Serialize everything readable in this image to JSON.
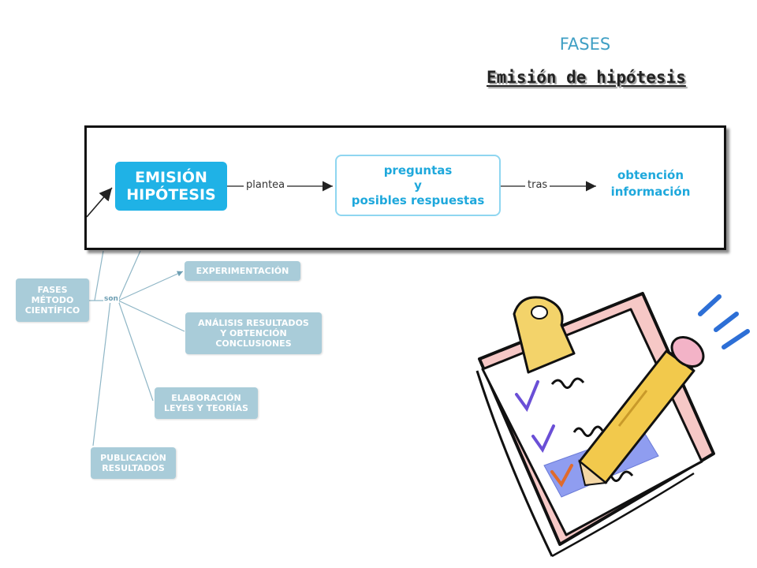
{
  "header": {
    "title": "FASES",
    "subtitle": "Emisión de hipótesis"
  },
  "concept_map": {
    "root": [
      "FASES",
      "MÉTODO",
      "CIENTÍFICO"
    ],
    "connector": "son",
    "phases": {
      "experimentacion": [
        "EXPERIMENTACIÓN"
      ],
      "analisis": [
        "ANÁLISIS RESULTADOS",
        "Y OBTENCIÓN",
        "CONCLUSIONES"
      ],
      "elaboracion": [
        "ELABORACIÓN",
        "LEYES Y TEORÍAS"
      ],
      "publicacion": [
        "PUBLICACIÓN",
        "RESULTADOS"
      ]
    }
  },
  "detail": {
    "emision": [
      "EMISIÓN",
      "HIPÓTESIS"
    ],
    "link1": "plantea",
    "preguntas": [
      "preguntas",
      "y",
      "posibles respuestas"
    ],
    "link2": "tras",
    "obtencion": [
      "obtención",
      "información"
    ]
  },
  "colors": {
    "title": "#3f9fc4",
    "node_fill": "#a9ccd9",
    "emision_fill": "#1fb2e6",
    "accent_text": "#1ea8dc"
  },
  "icons": [
    "clipboard-pencil-clipart-icon"
  ]
}
